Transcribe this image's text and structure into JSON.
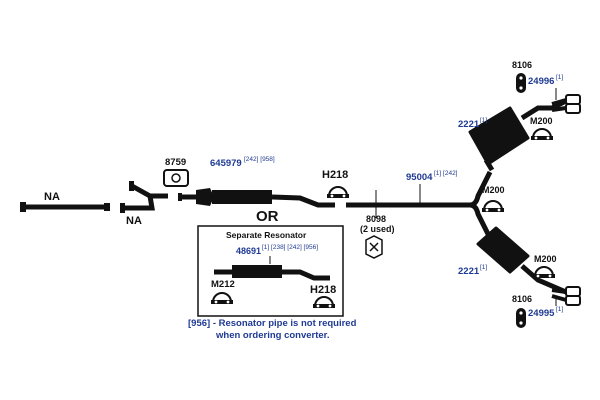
{
  "diagram": {
    "colors": {
      "pipe": "#111111",
      "part_number": "#1f3a93",
      "text": "#111111",
      "background": "#ffffff"
    },
    "labels": {
      "na_left": "NA",
      "na_right": "NA",
      "clamp_8759": "8759",
      "part_645979": "645979",
      "part_645979_refs": "[242] [958]",
      "h218_main": "H218",
      "or": "OR",
      "part_8098": "8098",
      "part_8098_qty": "(2 used)",
      "part_95004": "95004",
      "part_95004_refs": "[1] [242]",
      "m200_mid": "M200",
      "m200_top": "M200",
      "m200_bottom": "M200",
      "muffler_top": "2221",
      "muffler_top_ref": "[1]",
      "muffler_bottom": "2221",
      "muffler_bottom_ref": "[1]",
      "hanger_top": "8106",
      "hanger_bottom": "8106",
      "tip_top": "24996",
      "tip_top_ref": "[1]",
      "tip_bottom": "24995",
      "tip_bottom_ref": "[1]"
    },
    "resonator_box": {
      "title": "Separate Resonator",
      "part": "48691",
      "part_refs": "[1] [238] [242] [956]",
      "m212": "M212",
      "h218": "H218"
    },
    "footnote": {
      "line1": "[956] - Resonator pipe is not required",
      "line2": "when ordering converter."
    },
    "icons": [
      "clamp-icon",
      "hanger-icon",
      "gasket-icon",
      "muffler-icon",
      "exhaust-tip-icon"
    ]
  }
}
